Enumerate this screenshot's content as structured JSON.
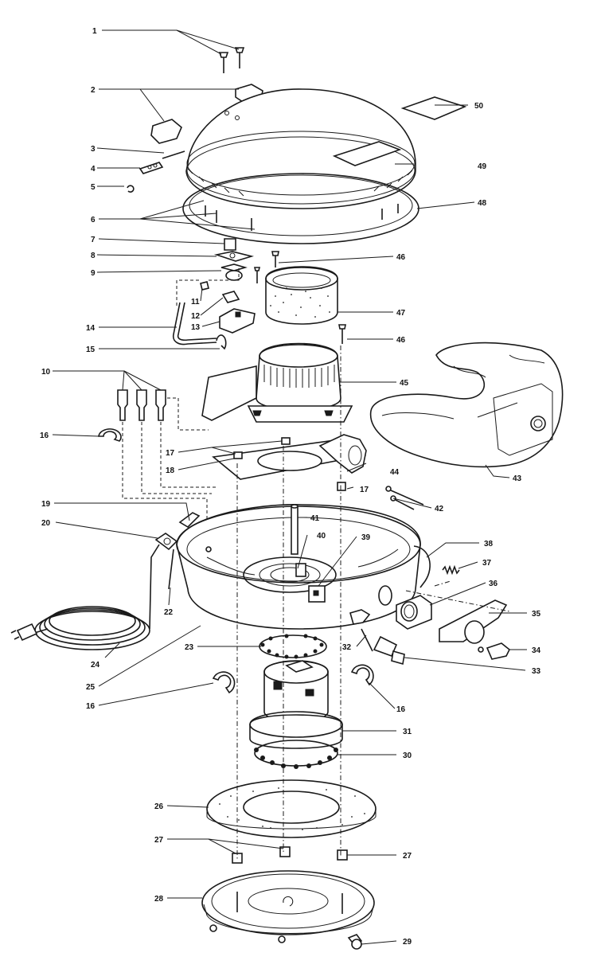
{
  "diagram": {
    "callouts": [
      {
        "id": "c1",
        "text": "1"
      },
      {
        "id": "c2",
        "text": "2"
      },
      {
        "id": "c3",
        "text": "3"
      },
      {
        "id": "c4",
        "text": "4"
      },
      {
        "id": "c5",
        "text": "5"
      },
      {
        "id": "c6",
        "text": "6"
      },
      {
        "id": "c7",
        "text": "7"
      },
      {
        "id": "c8",
        "text": "8"
      },
      {
        "id": "c9",
        "text": "9"
      },
      {
        "id": "c10",
        "text": "10"
      },
      {
        "id": "c11",
        "text": "11"
      },
      {
        "id": "c12",
        "text": "12"
      },
      {
        "id": "c13",
        "text": "13"
      },
      {
        "id": "c14",
        "text": "14"
      },
      {
        "id": "c15",
        "text": "15"
      },
      {
        "id": "c16a",
        "text": "16"
      },
      {
        "id": "c16b",
        "text": "16"
      },
      {
        "id": "c16c",
        "text": "16"
      },
      {
        "id": "c17a",
        "text": "17"
      },
      {
        "id": "c17b",
        "text": "17"
      },
      {
        "id": "c18",
        "text": "18"
      },
      {
        "id": "c19",
        "text": "19"
      },
      {
        "id": "c20",
        "text": "20"
      },
      {
        "id": "c22",
        "text": "22"
      },
      {
        "id": "c23",
        "text": "23"
      },
      {
        "id": "c24",
        "text": "24"
      },
      {
        "id": "c25",
        "text": "25"
      },
      {
        "id": "c26",
        "text": "26"
      },
      {
        "id": "c27a",
        "text": "27"
      },
      {
        "id": "c27b",
        "text": "27"
      },
      {
        "id": "c28",
        "text": "28"
      },
      {
        "id": "c29",
        "text": "29"
      },
      {
        "id": "c30",
        "text": "30"
      },
      {
        "id": "c31",
        "text": "31"
      },
      {
        "id": "c32",
        "text": "32"
      },
      {
        "id": "c33",
        "text": "33"
      },
      {
        "id": "c34",
        "text": "34"
      },
      {
        "id": "c35",
        "text": "35"
      },
      {
        "id": "c36",
        "text": "36"
      },
      {
        "id": "c37",
        "text": "37"
      },
      {
        "id": "c38",
        "text": "38"
      },
      {
        "id": "c39",
        "text": "39"
      },
      {
        "id": "c40",
        "text": "40"
      },
      {
        "id": "c41",
        "text": "41"
      },
      {
        "id": "c42",
        "text": "42"
      },
      {
        "id": "c43",
        "text": "43"
      },
      {
        "id": "c44",
        "text": "44"
      },
      {
        "id": "c45",
        "text": "45"
      },
      {
        "id": "c46a",
        "text": "46"
      },
      {
        "id": "c46b",
        "text": "46"
      },
      {
        "id": "c47",
        "text": "47"
      },
      {
        "id": "c48",
        "text": "48"
      },
      {
        "id": "c49",
        "text": "49"
      },
      {
        "id": "c50",
        "text": "50"
      }
    ]
  }
}
